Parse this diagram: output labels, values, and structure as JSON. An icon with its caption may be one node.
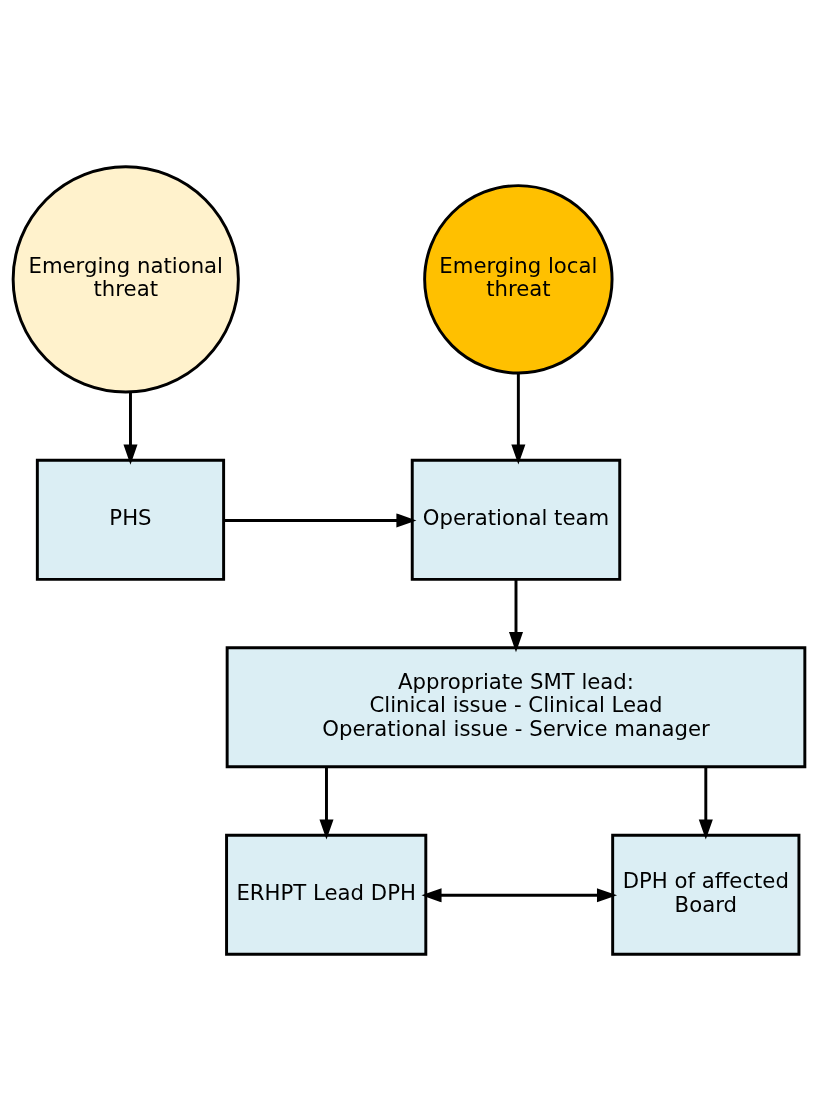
{
  "diagram": {
    "nodes": [
      {
        "text": [
          "Emerging local threat"
        ]
      },
      {
        "text": [
          "Emerging national threat"
        ]
      },
      {
        "text": [
          "Operational team"
        ]
      },
      {
        "text": [
          "PHS"
        ]
      },
      {
        "text": [
          "Appropriate SMT lead:",
          "Clinical issue - Clinical Lead",
          "Operational issue - Service manager"
        ]
      },
      {
        "text": [
          "ERHPT Lead DPH"
        ]
      },
      {
        "text": [
          "DPH of affected Board"
        ]
      }
    ],
    "edges": [
      {
        "from": 0,
        "to": 2,
        "arrow": "to"
      },
      {
        "from": 1,
        "to": 3,
        "arrow": "to"
      },
      {
        "from": 3,
        "to": 2,
        "arrow": "to"
      },
      {
        "from": 2,
        "to": 4,
        "arrow": "to"
      },
      {
        "from": 4,
        "to": 5,
        "arrow": "to"
      },
      {
        "from": 4,
        "to": 6,
        "arrow": "to"
      },
      {
        "from": 5,
        "to": 6,
        "arrow": "both"
      }
    ]
  }
}
